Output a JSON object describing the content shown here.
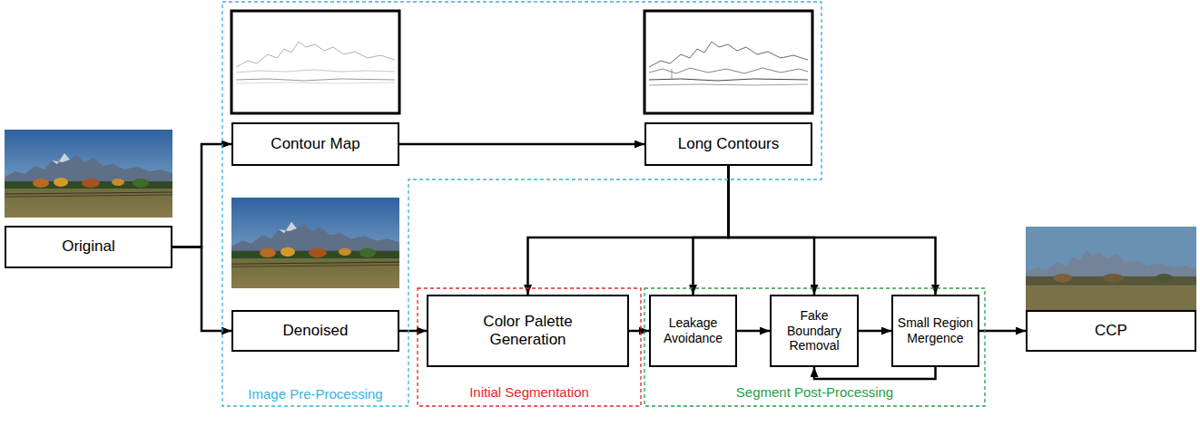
{
  "diagram": {
    "nodes": [
      {
        "text": [
          "Original"
        ]
      },
      {
        "text": [
          "Image Pre-Processing"
        ]
      },
      {
        "text": [
          "Contour Map"
        ],
        "in": 1
      },
      {
        "text": [
          "Long Contours"
        ],
        "in": 1
      },
      {
        "text": [
          "Denoised"
        ],
        "in": 1
      },
      {
        "text": [
          "Initial Segmentation"
        ]
      },
      {
        "text": [
          "Color Palette Generation"
        ],
        "in": 5
      },
      {
        "text": [
          "Segment Post-Processing"
        ]
      },
      {
        "text": [
          "Leakage Avoidance"
        ],
        "in": 7
      },
      {
        "text": [
          "Fake Boundary Removal"
        ],
        "in": 7
      },
      {
        "text": [
          "Small Region Mergence"
        ],
        "in": 7
      },
      {
        "text": [
          "CCP"
        ]
      }
    ],
    "edges": [
      {
        "from": 0,
        "to": 2,
        "arrow": "to"
      },
      {
        "from": 0,
        "to": 4,
        "arrow": "to"
      },
      {
        "from": 2,
        "to": 3,
        "arrow": "to"
      },
      {
        "from": 4,
        "to": 6,
        "arrow": "to"
      },
      {
        "from": 3,
        "to": 6,
        "arrow": "to"
      },
      {
        "from": 3,
        "to": 8,
        "arrow": "to"
      },
      {
        "from": 3,
        "to": 9,
        "arrow": "to"
      },
      {
        "from": 3,
        "to": 10,
        "arrow": "to"
      },
      {
        "from": 6,
        "to": 8,
        "arrow": "to"
      },
      {
        "from": 8,
        "to": 9,
        "arrow": "to"
      },
      {
        "from": 9,
        "to": 10,
        "arrow": "to"
      },
      {
        "from": 10,
        "to": 9,
        "arrow": "to"
      },
      {
        "from": 10,
        "to": 11,
        "arrow": "to"
      }
    ]
  }
}
